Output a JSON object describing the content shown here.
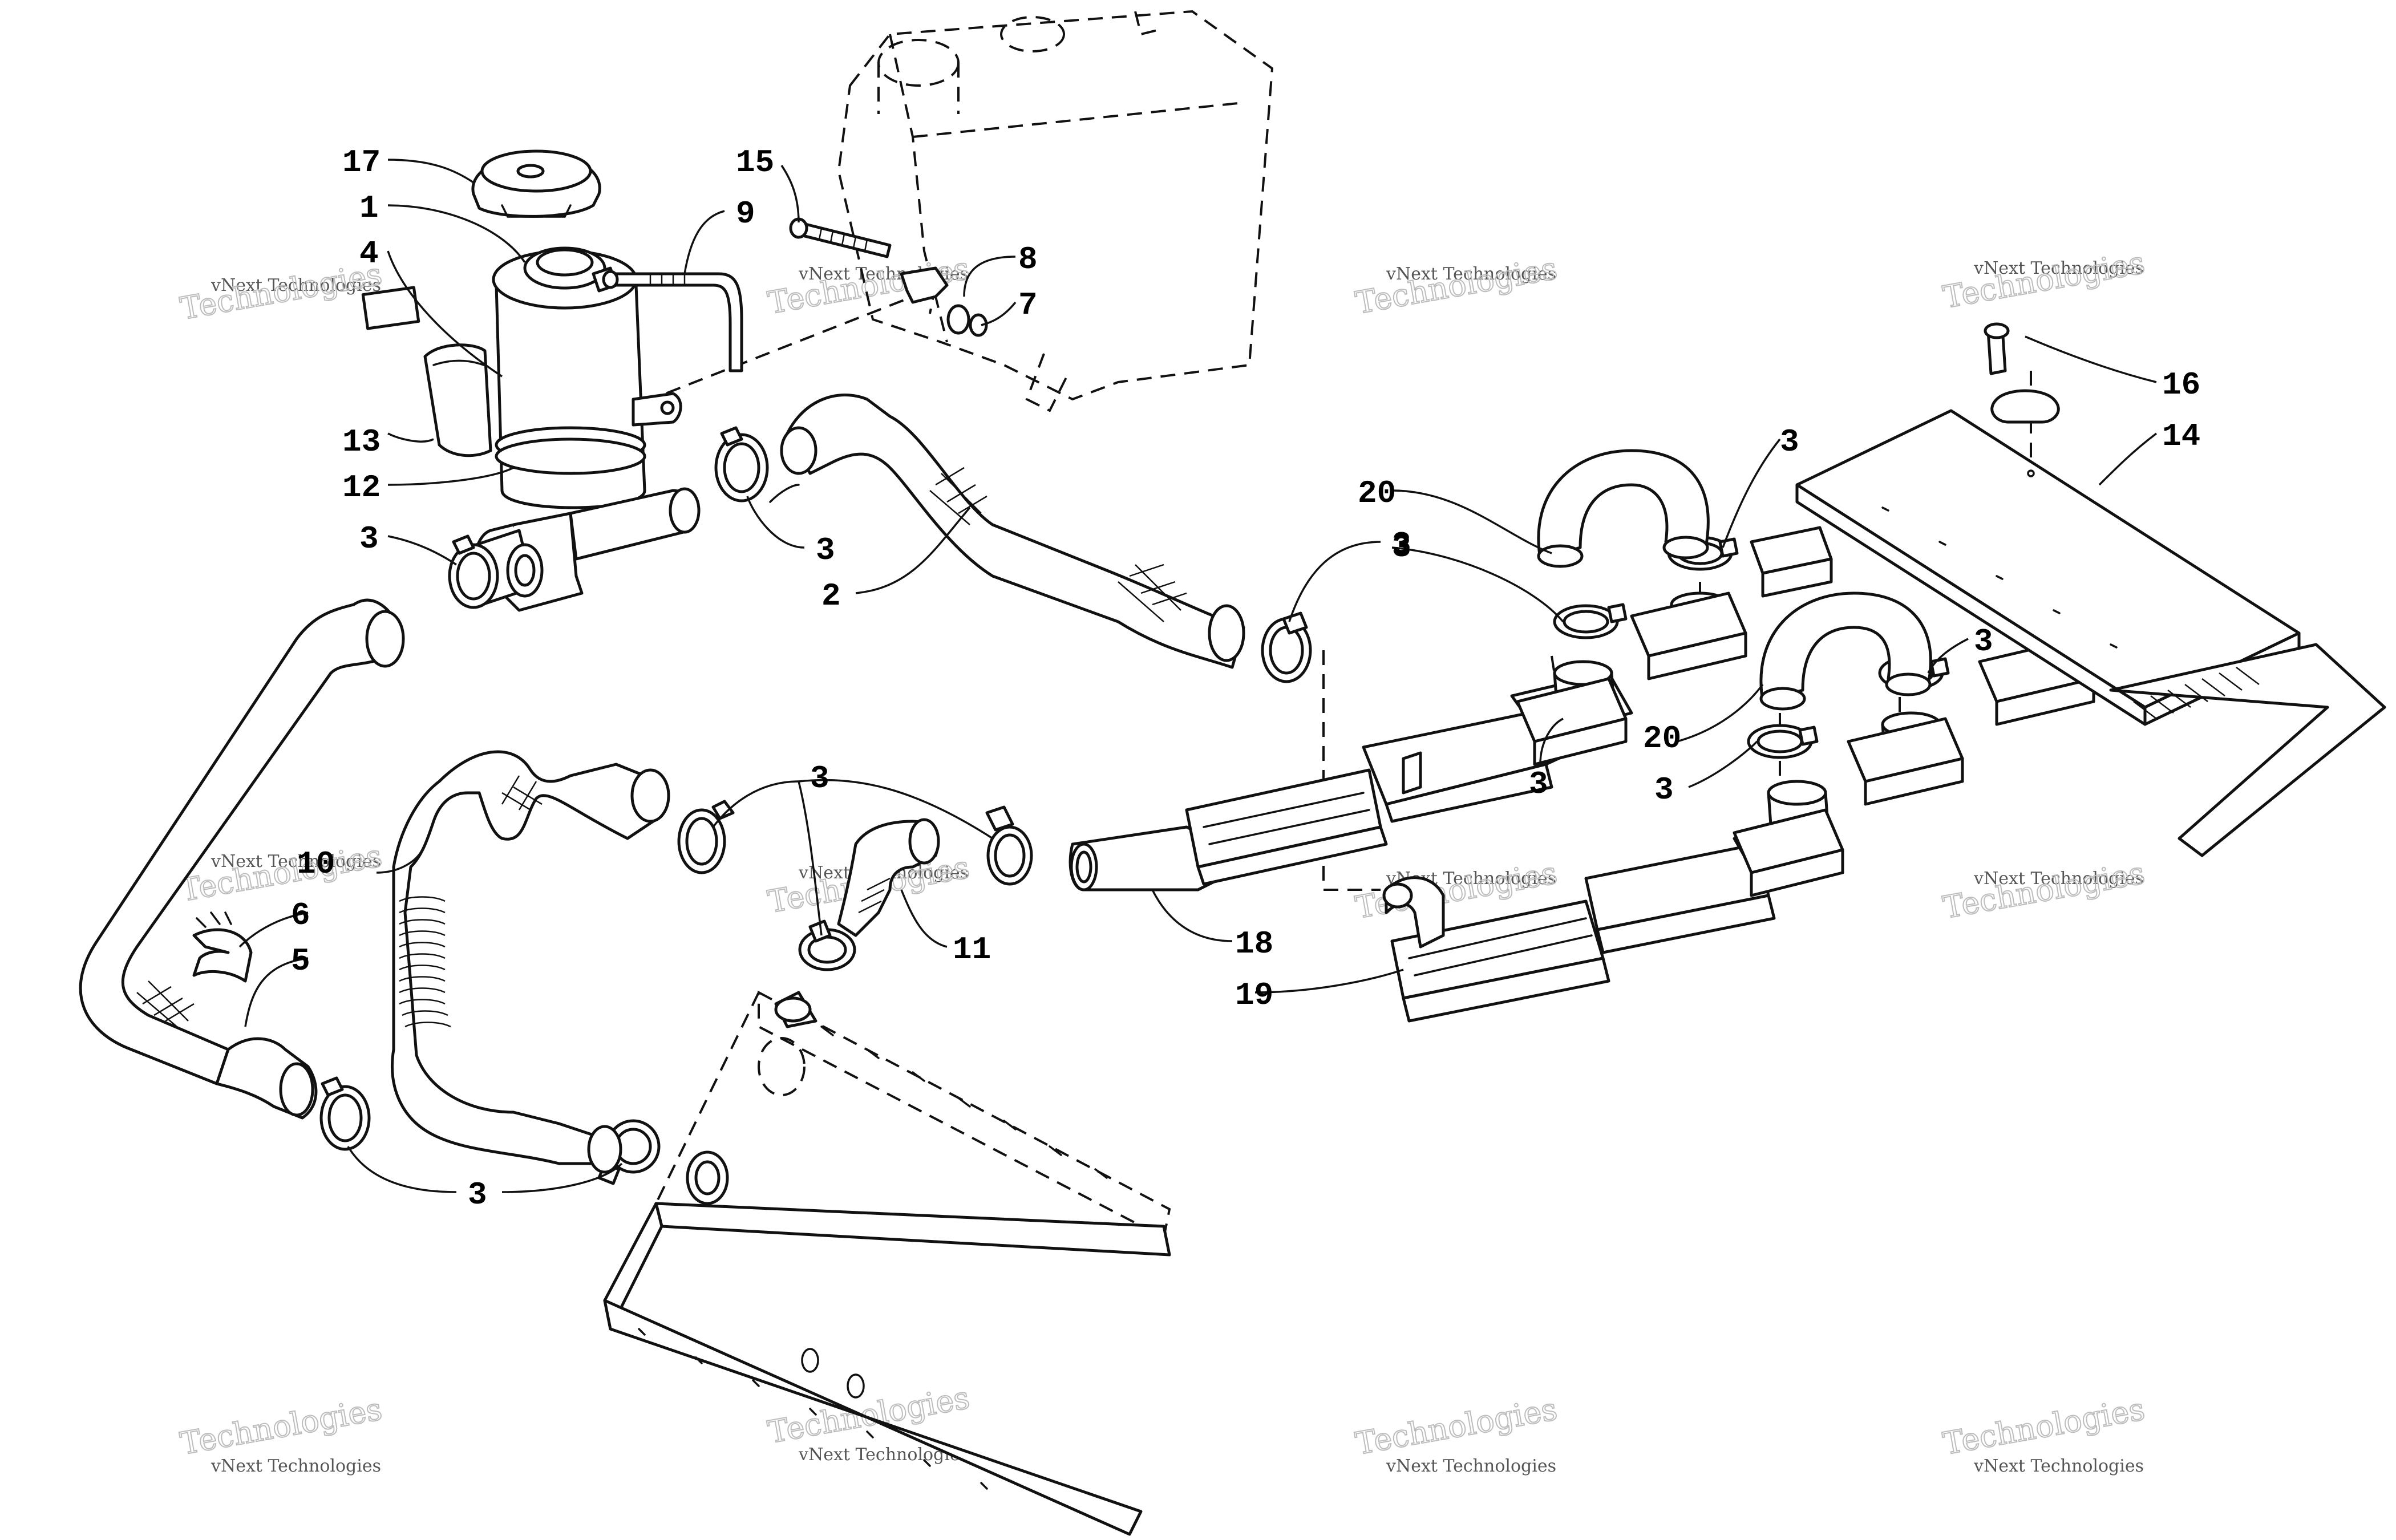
{
  "diagram": {
    "callouts": [
      "17",
      "1",
      "4",
      "13",
      "12",
      "3",
      "15",
      "9",
      "8",
      "7",
      "3",
      "2",
      "3",
      "20",
      "3",
      "3",
      "16",
      "14",
      "20",
      "3",
      "3",
      "10",
      "6",
      "5",
      "3",
      "11",
      "18",
      "19",
      "3",
      "3"
    ]
  },
  "watermark": {
    "line1": "vNext Technologies",
    "line2": "Technologies",
    "line3": "vNext"
  },
  "colors": {
    "ink": "#111111",
    "paper": "#ffffff",
    "watermark": "#bdbdbd"
  }
}
